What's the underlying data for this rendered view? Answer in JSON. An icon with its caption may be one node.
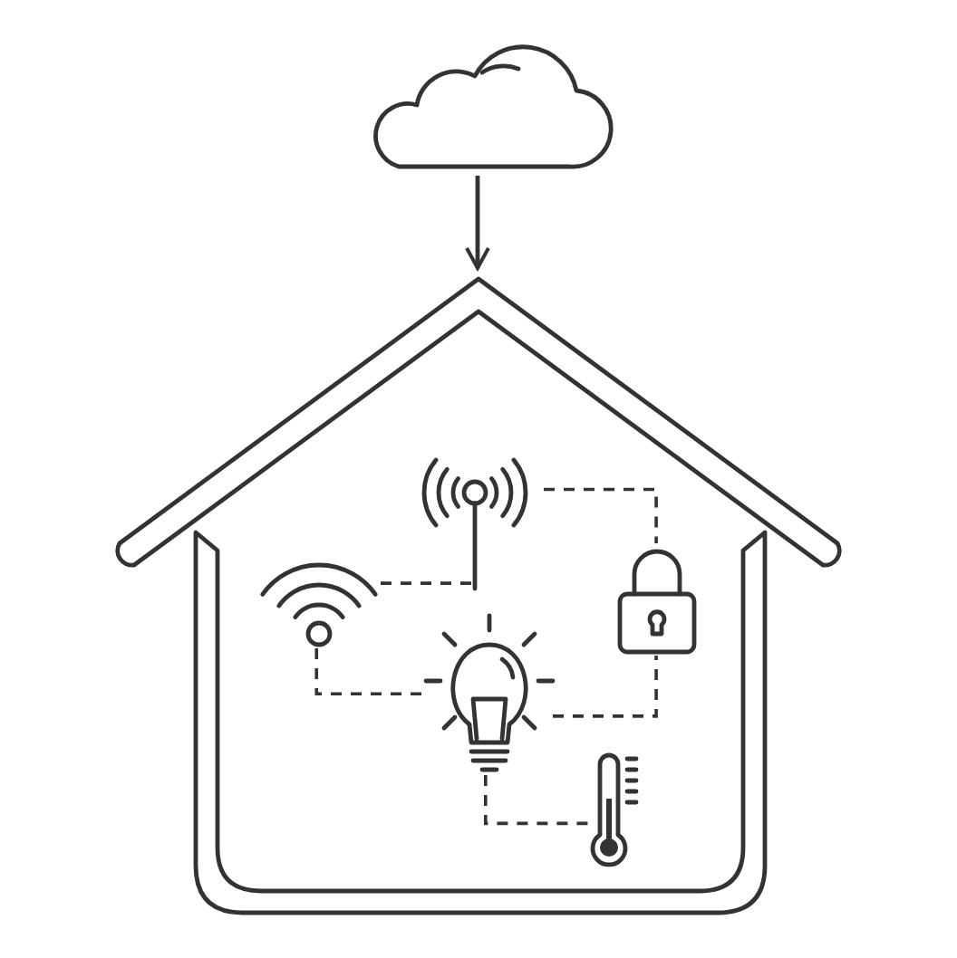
{
  "diagram": {
    "nodes": [
      {
        "text": [],
        "shape": "cloud"
      },
      {
        "text": [],
        "shape": "house"
      },
      {
        "text": [],
        "shape": "antenna",
        "in": 1
      },
      {
        "text": [],
        "shape": "wifi",
        "in": 1
      },
      {
        "text": [],
        "shape": "lock",
        "in": 1
      },
      {
        "text": [],
        "shape": "bulb",
        "in": 1
      },
      {
        "text": [],
        "shape": "thermometer",
        "in": 1
      }
    ],
    "edges": [
      {
        "from": 0,
        "to": 1,
        "arrow": "to"
      },
      {
        "from": 2,
        "to": 4,
        "arrow": "none",
        "style": "dashed"
      },
      {
        "from": 3,
        "to": 2,
        "arrow": "none",
        "style": "dashed"
      },
      {
        "from": 3,
        "to": 5,
        "arrow": "none",
        "style": "dashed"
      },
      {
        "from": 5,
        "to": 4,
        "arrow": "none",
        "style": "dashed"
      },
      {
        "from": 5,
        "to": 6,
        "arrow": "none",
        "style": "dashed"
      }
    ]
  }
}
